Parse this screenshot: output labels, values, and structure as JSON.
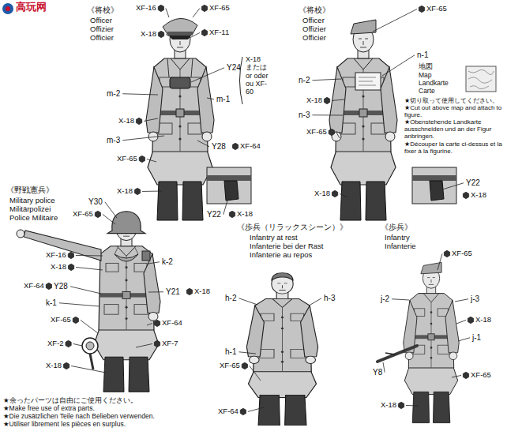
{
  "diagram": {
    "labels": [
      "高玩网",
      "《将校》",
      "Officer",
      "Offizier",
      "Officier",
      "XF-16",
      "XF-65",
      "X-18",
      "XF-11",
      "Y24",
      "X-18 または or oder ou XF-60",
      "m-2",
      "m-1",
      "X-18",
      "m-3",
      "Y28",
      "XF-64",
      "XF-65",
      "X-18",
      "Y22",
      "X-18",
      "《将校》",
      "Officer",
      "Offizier",
      "Officier",
      "XF-65",
      "n-1",
      "地図",
      "Map",
      "Landkarte",
      "Carte",
      "★切り取って使用してください。",
      "★Cut out above map and attach to figure.",
      "★Obenstehende Landkarte ausschneiden und an der Figur anbringen.",
      "★Découper la carte ci-dessus et la fixer à la figurine.",
      "n-2",
      "X-18",
      "n-3",
      "XF-65",
      "X-18",
      "Y22",
      "X-18",
      "《野戦憲兵》",
      "Military police",
      "Militärpolizei",
      "Police Militaire",
      "Y30",
      "XF-65",
      "XF-16",
      "X-18",
      "XF-64",
      "Y28",
      "k-1",
      "XF-65",
      "XF-2",
      "X-18",
      "k-2",
      "Y21",
      "X-18",
      "XF-64",
      "XF-7",
      "《歩兵（リラックスシーン）》",
      "Infantry at rest",
      "Infanterie bei der Rast",
      "Infanterie au repos",
      "h-2",
      "h-3",
      "h-1",
      "XF-65",
      "XF-64",
      "《歩兵》",
      "Infantry",
      "Infanterie",
      "XF-65",
      "j-2",
      "j-3",
      "X-18",
      "j-1",
      "Y8",
      "XF-65",
      "X-18",
      "★余ったパーツは自由にご使用ください。",
      "★Make free use of extra parts.",
      "★Die zusätzlichen Teile nach Belieben verwenden.",
      "★Utiliser librement les pièces en surplus."
    ]
  }
}
